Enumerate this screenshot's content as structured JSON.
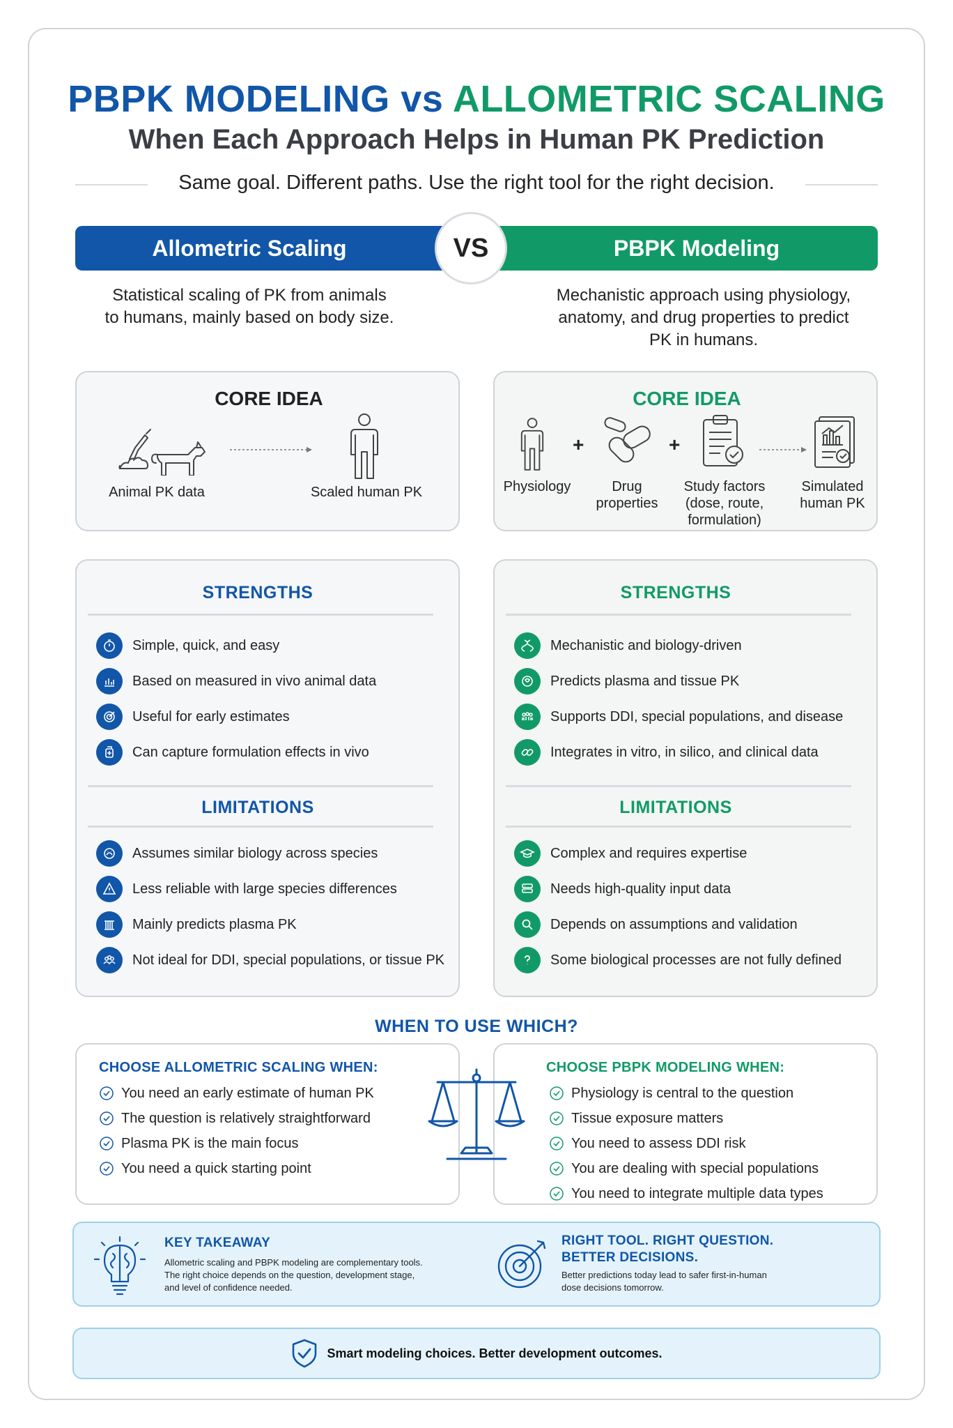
{
  "header": {
    "title_left": "PBPK MODELING",
    "title_vs": "vs",
    "title_right": "ALLOMETRIC SCALING",
    "subtitle": "When Each Approach Helps in Human PK Prediction",
    "tagline": "Same goal. Different paths. Use the right tool for the right decision."
  },
  "banner": {
    "left": "Allometric Scaling",
    "vs": "VS",
    "right": "PBPK Modeling"
  },
  "allometric": {
    "description": [
      "Statistical scaling of PK from animals",
      "to humans, mainly based on body size."
    ],
    "core_title": "CORE IDEA",
    "core_from": "Animal PK data",
    "core_to": "Scaled human PK",
    "strengths_title": "STRENGTHS",
    "strengths": [
      "Simple, quick, and easy",
      "Based on measured in vivo animal data",
      "Useful for early estimates",
      "Can capture formulation effects in vivo"
    ],
    "limitations_title": "LIMITATIONS",
    "limitations": [
      "Assumes similar biology across species",
      "Less reliable with large species differences",
      "Mainly predicts plasma PK",
      "Not ideal for DDI, special populations, or tissue PK"
    ],
    "choose_title": "CHOOSE ALLOMETRIC SCALING WHEN:",
    "choose": [
      "You need an early estimate of human PK",
      "The question is relatively straightforward",
      "Plasma PK is the main focus",
      "You need a quick starting point"
    ]
  },
  "pbpk": {
    "description": [
      "Mechanistic approach using physiology,",
      "anatomy, and drug properties to predict",
      "PK in humans."
    ],
    "core_title": "CORE IDEA",
    "core_items": [
      "Physiology",
      "Drug properties",
      "Study factors (dose, route, formulation)",
      "Simulated human PK"
    ],
    "plus": "+",
    "strengths_title": "STRENGTHS",
    "strengths": [
      "Mechanistic and biology-driven",
      "Predicts plasma and tissue PK",
      "Supports DDI, special populations, and disease",
      "Integrates in vitro, in silico, and clinical data"
    ],
    "limitations_title": "LIMITATIONS",
    "limitations": [
      "Complex and requires expertise",
      "Needs high-quality input data",
      "Depends on assumptions and validation",
      "Some biological processes are not fully defined"
    ],
    "choose_title": "CHOOSE PBPK MODELING WHEN:",
    "choose": [
      "Physiology is central to the question",
      "Tissue exposure matters",
      "You need to assess DDI risk",
      "You are dealing with special populations",
      "You need to integrate multiple data types"
    ]
  },
  "when_title": "WHEN TO USE WHICH?",
  "takeaway": {
    "title": "KEY TAKEAWAY",
    "body": [
      "Allometric scaling and PBPK modeling are complementary tools.",
      "The right choice depends on the question, development stage,",
      "and level of confidence needed."
    ],
    "right_title": [
      "RIGHT TOOL. RIGHT QUESTION.",
      "BETTER DECISIONS."
    ],
    "right_body": [
      "Better predictions today lead to safer first-in-human",
      "dose decisions tomorrow."
    ]
  },
  "footer": "Smart modeling choices. Better development outcomes.",
  "colors": {
    "blue": "#1156a8",
    "green": "#119a68",
    "light_blue": "#e4f3fb"
  }
}
